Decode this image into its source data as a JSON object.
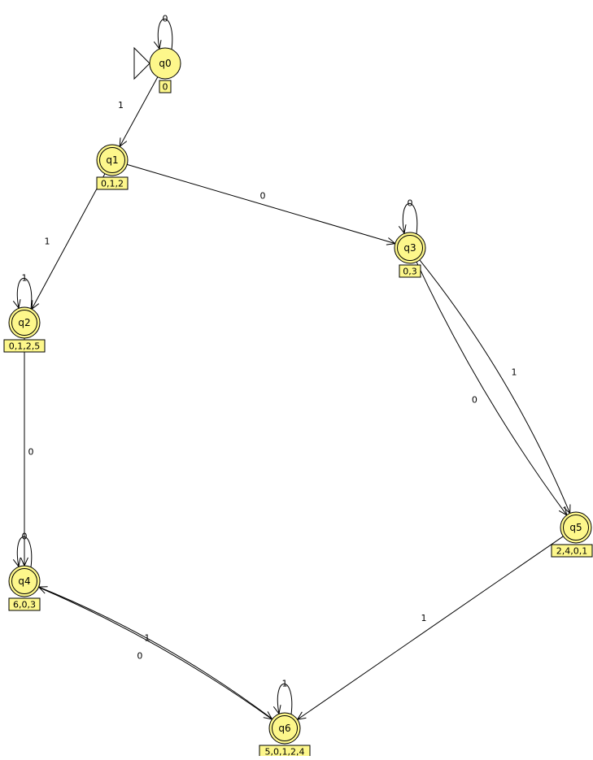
{
  "automaton": {
    "initial_state": "q0",
    "states": [
      {
        "id": "q0",
        "label": "q0",
        "tag": "0",
        "final": false
      },
      {
        "id": "q1",
        "label": "q1",
        "tag": "0,1,2",
        "final": true
      },
      {
        "id": "q2",
        "label": "q2",
        "tag": "0,1,2,5",
        "final": true
      },
      {
        "id": "q3",
        "label": "q3",
        "tag": "0,3",
        "final": true
      },
      {
        "id": "q4",
        "label": "q4",
        "tag": "6,0,3",
        "final": true
      },
      {
        "id": "q5",
        "label": "q5",
        "tag": "2,4,0,1",
        "final": true
      },
      {
        "id": "q6",
        "label": "q6",
        "tag": "5,0,1,2,4",
        "final": true
      }
    ],
    "transitions": [
      {
        "from": "q0",
        "to": "q0",
        "symbol": "0"
      },
      {
        "from": "q0",
        "to": "q1",
        "symbol": "1"
      },
      {
        "from": "q1",
        "to": "q2",
        "symbol": "1"
      },
      {
        "from": "q1",
        "to": "q3",
        "symbol": "0"
      },
      {
        "from": "q2",
        "to": "q2",
        "symbol": "1"
      },
      {
        "from": "q2",
        "to": "q4",
        "symbol": "0"
      },
      {
        "from": "q3",
        "to": "q3",
        "symbol": "0"
      },
      {
        "from": "q3",
        "to": "q5",
        "symbol": "1"
      },
      {
        "from": "q3",
        "to": "q5",
        "symbol": "0"
      },
      {
        "from": "q4",
        "to": "q4",
        "symbol": "0"
      },
      {
        "from": "q4",
        "to": "q6",
        "symbol": "1"
      },
      {
        "from": "q6",
        "to": "q4",
        "symbol": "0"
      },
      {
        "from": "q5",
        "to": "q6",
        "symbol": "1"
      },
      {
        "from": "q6",
        "to": "q6",
        "symbol": "1"
      }
    ]
  }
}
